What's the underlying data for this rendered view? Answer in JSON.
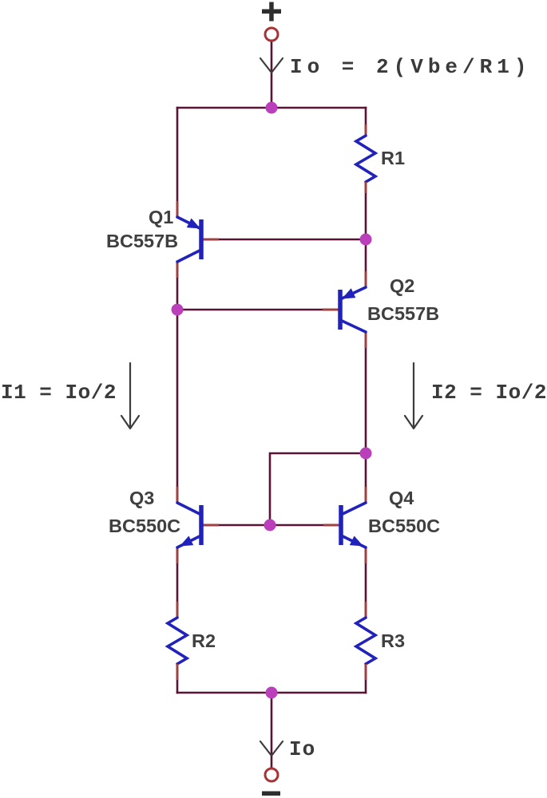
{
  "colors": {
    "wire": "#5a1235",
    "pin": "#a04141",
    "device": "#2121bb",
    "junction_dot": "#bb3fbb",
    "terminal_ring": "#a93236",
    "annotation_text": "#3a3a3a",
    "component_text": "#3f3f3f",
    "background": "#ffffff"
  },
  "terminals": {
    "top": {
      "polarity": "+",
      "current": "Io = 2(Vbe/R1)"
    },
    "bottom": {
      "polarity": "−",
      "current": "Io"
    }
  },
  "currents": {
    "left": "I1 = Io/2",
    "right": "I2 = Io/2"
  },
  "components": {
    "q1": {
      "ref": "Q1",
      "part": "BC557B"
    },
    "q2": {
      "ref": "Q2",
      "part": "BC557B"
    },
    "q3": {
      "ref": "Q3",
      "part": "BC550C"
    },
    "q4": {
      "ref": "Q4",
      "part": "BC550C"
    },
    "r1": {
      "ref": "R1"
    },
    "r2": {
      "ref": "R2"
    },
    "r3": {
      "ref": "R3"
    }
  }
}
